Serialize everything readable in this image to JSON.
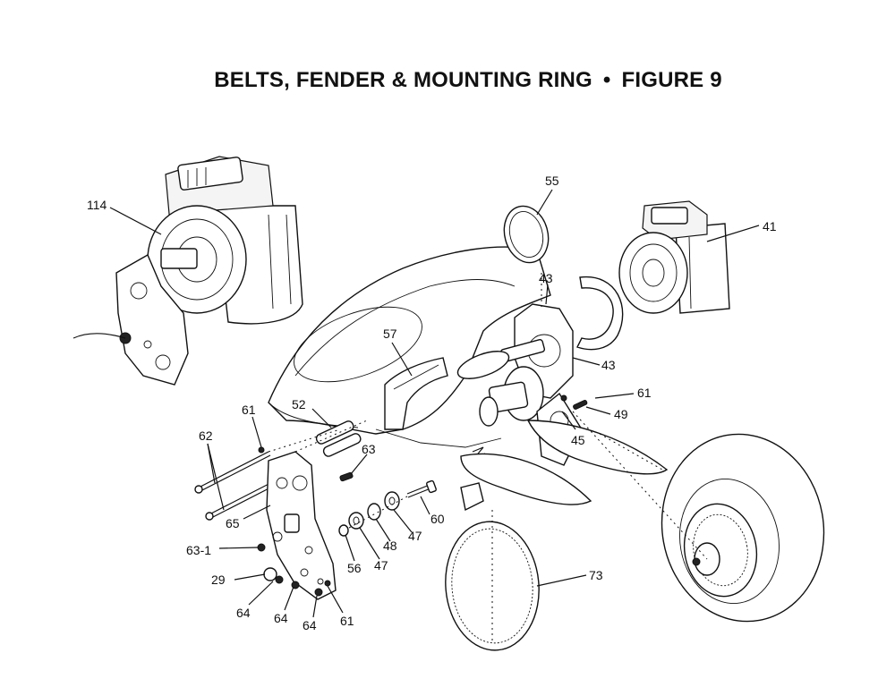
{
  "title": {
    "text": "BELTS, FENDER & MOUNTING RING",
    "separator": "•",
    "figure": "FIGURE 9"
  },
  "callouts": {
    "c114": "114",
    "c55": "55",
    "c41": "41",
    "c43a": "43",
    "c43b": "43",
    "c57": "57",
    "c61a": "61",
    "c61b": "61",
    "c61c": "61",
    "c49": "49",
    "c45": "45",
    "c52": "52",
    "c62": "62",
    "c63": "63",
    "c65": "65",
    "c60": "60",
    "c47a": "47",
    "c47b": "47",
    "c48": "48",
    "c56": "56",
    "c63_1": "63-1",
    "c29": "29",
    "c64a": "64",
    "c64b": "64",
    "c64c": "64",
    "c73": "73"
  }
}
